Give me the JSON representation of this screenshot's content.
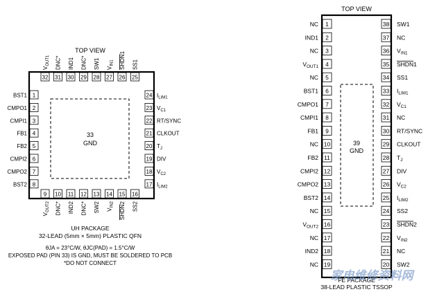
{
  "qfn": {
    "title": "TOP VIEW",
    "pad": {
      "num": "33",
      "label": "GND"
    },
    "left": [
      {
        "num": "1",
        "name": "BST1"
      },
      {
        "num": "2",
        "name": "CMPO1"
      },
      {
        "num": "3",
        "name": "CMPI1"
      },
      {
        "num": "4",
        "name": "FB1"
      },
      {
        "num": "5",
        "name": "FB2"
      },
      {
        "num": "6",
        "name": "CMPI2"
      },
      {
        "num": "7",
        "name": "CMPO2"
      },
      {
        "num": "8",
        "name": "BST2"
      }
    ],
    "right": [
      {
        "num": "24",
        "name": "ILIM1"
      },
      {
        "num": "23",
        "name": "VC1"
      },
      {
        "num": "22",
        "name": "RT/SYNC"
      },
      {
        "num": "21",
        "name": "CLKOUT"
      },
      {
        "num": "20",
        "name": "TJ"
      },
      {
        "num": "19",
        "name": "DIV"
      },
      {
        "num": "18",
        "name": "VC2"
      },
      {
        "num": "17",
        "name": "ILIM2"
      }
    ],
    "top": [
      {
        "num": "32",
        "name": "VOUT1"
      },
      {
        "num": "31",
        "name": "DNC*"
      },
      {
        "num": "30",
        "name": "IND1"
      },
      {
        "num": "29",
        "name": "DNC*"
      },
      {
        "num": "28",
        "name": "SW1"
      },
      {
        "num": "27",
        "name": "VIN1"
      },
      {
        "num": "26",
        "name": "SHDN1"
      },
      {
        "num": "25",
        "name": "SS1"
      }
    ],
    "bottom": [
      {
        "num": "9",
        "name": "VOUT2"
      },
      {
        "num": "10",
        "name": "DNC*"
      },
      {
        "num": "11",
        "name": "IND2"
      },
      {
        "num": "12",
        "name": "DNC*"
      },
      {
        "num": "13",
        "name": "SW2"
      },
      {
        "num": "14",
        "name": "VIN2"
      },
      {
        "num": "15",
        "name": "SHDN2"
      },
      {
        "num": "16",
        "name": "SS2"
      }
    ],
    "notes": [
      "UH PACKAGE",
      "32-LEAD (5mm × 5mm) PLASTIC QFN",
      "θJA = 23°C/W, θJC(PAD) = 1.5°C/W",
      "EXPOSED PAD (PIN 33) IS GND, MUST BE SOLDERED TO PCB",
      "*DO NOT CONNECT"
    ]
  },
  "tssop": {
    "title": "TOP VIEW",
    "pad": {
      "num": "39",
      "label": "GND"
    },
    "left": [
      {
        "num": "1",
        "name": "NC"
      },
      {
        "num": "2",
        "name": "IND1"
      },
      {
        "num": "3",
        "name": "NC"
      },
      {
        "num": "4",
        "name": "VOUT1"
      },
      {
        "num": "5",
        "name": "NC"
      },
      {
        "num": "6",
        "name": "BST1"
      },
      {
        "num": "7",
        "name": "CMPO1"
      },
      {
        "num": "8",
        "name": "CMPI1"
      },
      {
        "num": "9",
        "name": "FB1"
      },
      {
        "num": "10",
        "name": "NC"
      },
      {
        "num": "11",
        "name": "FB2"
      },
      {
        "num": "12",
        "name": "CMPI2"
      },
      {
        "num": "13",
        "name": "CMPO2"
      },
      {
        "num": "14",
        "name": "BST2"
      },
      {
        "num": "15",
        "name": "NC"
      },
      {
        "num": "16",
        "name": "VOUT2"
      },
      {
        "num": "17",
        "name": "NC"
      },
      {
        "num": "18",
        "name": "IND2"
      },
      {
        "num": "19",
        "name": "NC"
      }
    ],
    "right": [
      {
        "num": "38",
        "name": "SW1"
      },
      {
        "num": "37",
        "name": "NC"
      },
      {
        "num": "36",
        "name": "VIN1"
      },
      {
        "num": "35",
        "name": "SHDN1"
      },
      {
        "num": "34",
        "name": "SS1"
      },
      {
        "num": "33",
        "name": "ILIM1"
      },
      {
        "num": "32",
        "name": "VC1"
      },
      {
        "num": "31",
        "name": "NC"
      },
      {
        "num": "30",
        "name": "RT/SYNC"
      },
      {
        "num": "29",
        "name": "CLKOUT"
      },
      {
        "num": "28",
        "name": "TJ"
      },
      {
        "num": "27",
        "name": "DIV"
      },
      {
        "num": "26",
        "name": "VC2"
      },
      {
        "num": "25",
        "name": "ILIM2"
      },
      {
        "num": "24",
        "name": "SS2"
      },
      {
        "num": "23",
        "name": "SHDN2"
      },
      {
        "num": "22",
        "name": "VIN2"
      },
      {
        "num": "21",
        "name": "NC"
      },
      {
        "num": "20",
        "name": "SW2"
      }
    ],
    "notes": [
      "FE PACKAGE",
      "38-LEAD PLASTIC TSSOP"
    ]
  },
  "watermark": "家电维修资料网"
}
